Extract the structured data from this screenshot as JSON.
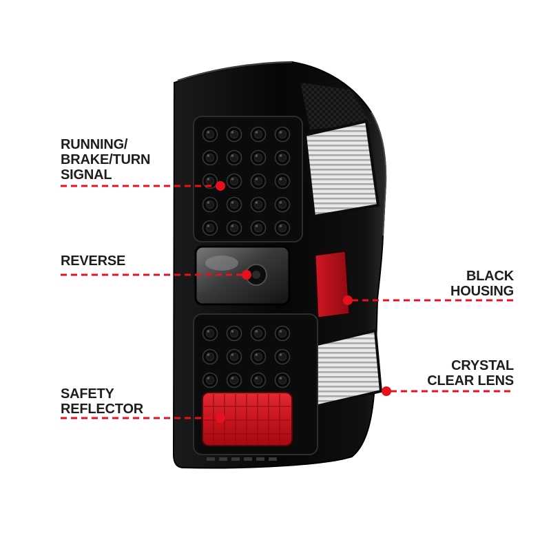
{
  "page": {
    "background": "#ffffff",
    "accent_red": "#e8101c",
    "text_color": "#1d1d1b"
  },
  "product": {
    "housing_color": "#0a0a0a",
    "reflector_red": "#c8141e",
    "clear_lens_gray": "#e8e8e8"
  },
  "callouts": [
    {
      "id": "running-brake-turn-signal",
      "side": "left",
      "lines": [
        "RUNNING/",
        "BRAKE/TURN",
        "SIGNAL"
      ]
    },
    {
      "id": "reverse",
      "side": "left",
      "lines": [
        "REVERSE"
      ]
    },
    {
      "id": "safety-reflector",
      "side": "left",
      "lines": [
        "SAFETY",
        "REFLECTOR"
      ]
    },
    {
      "id": "black-housing",
      "side": "right",
      "lines": [
        "BLACK",
        "HOUSING"
      ]
    },
    {
      "id": "crystal-clear-lens",
      "side": "right",
      "lines": [
        "CRYSTAL",
        "CLEAR LENS"
      ]
    }
  ]
}
